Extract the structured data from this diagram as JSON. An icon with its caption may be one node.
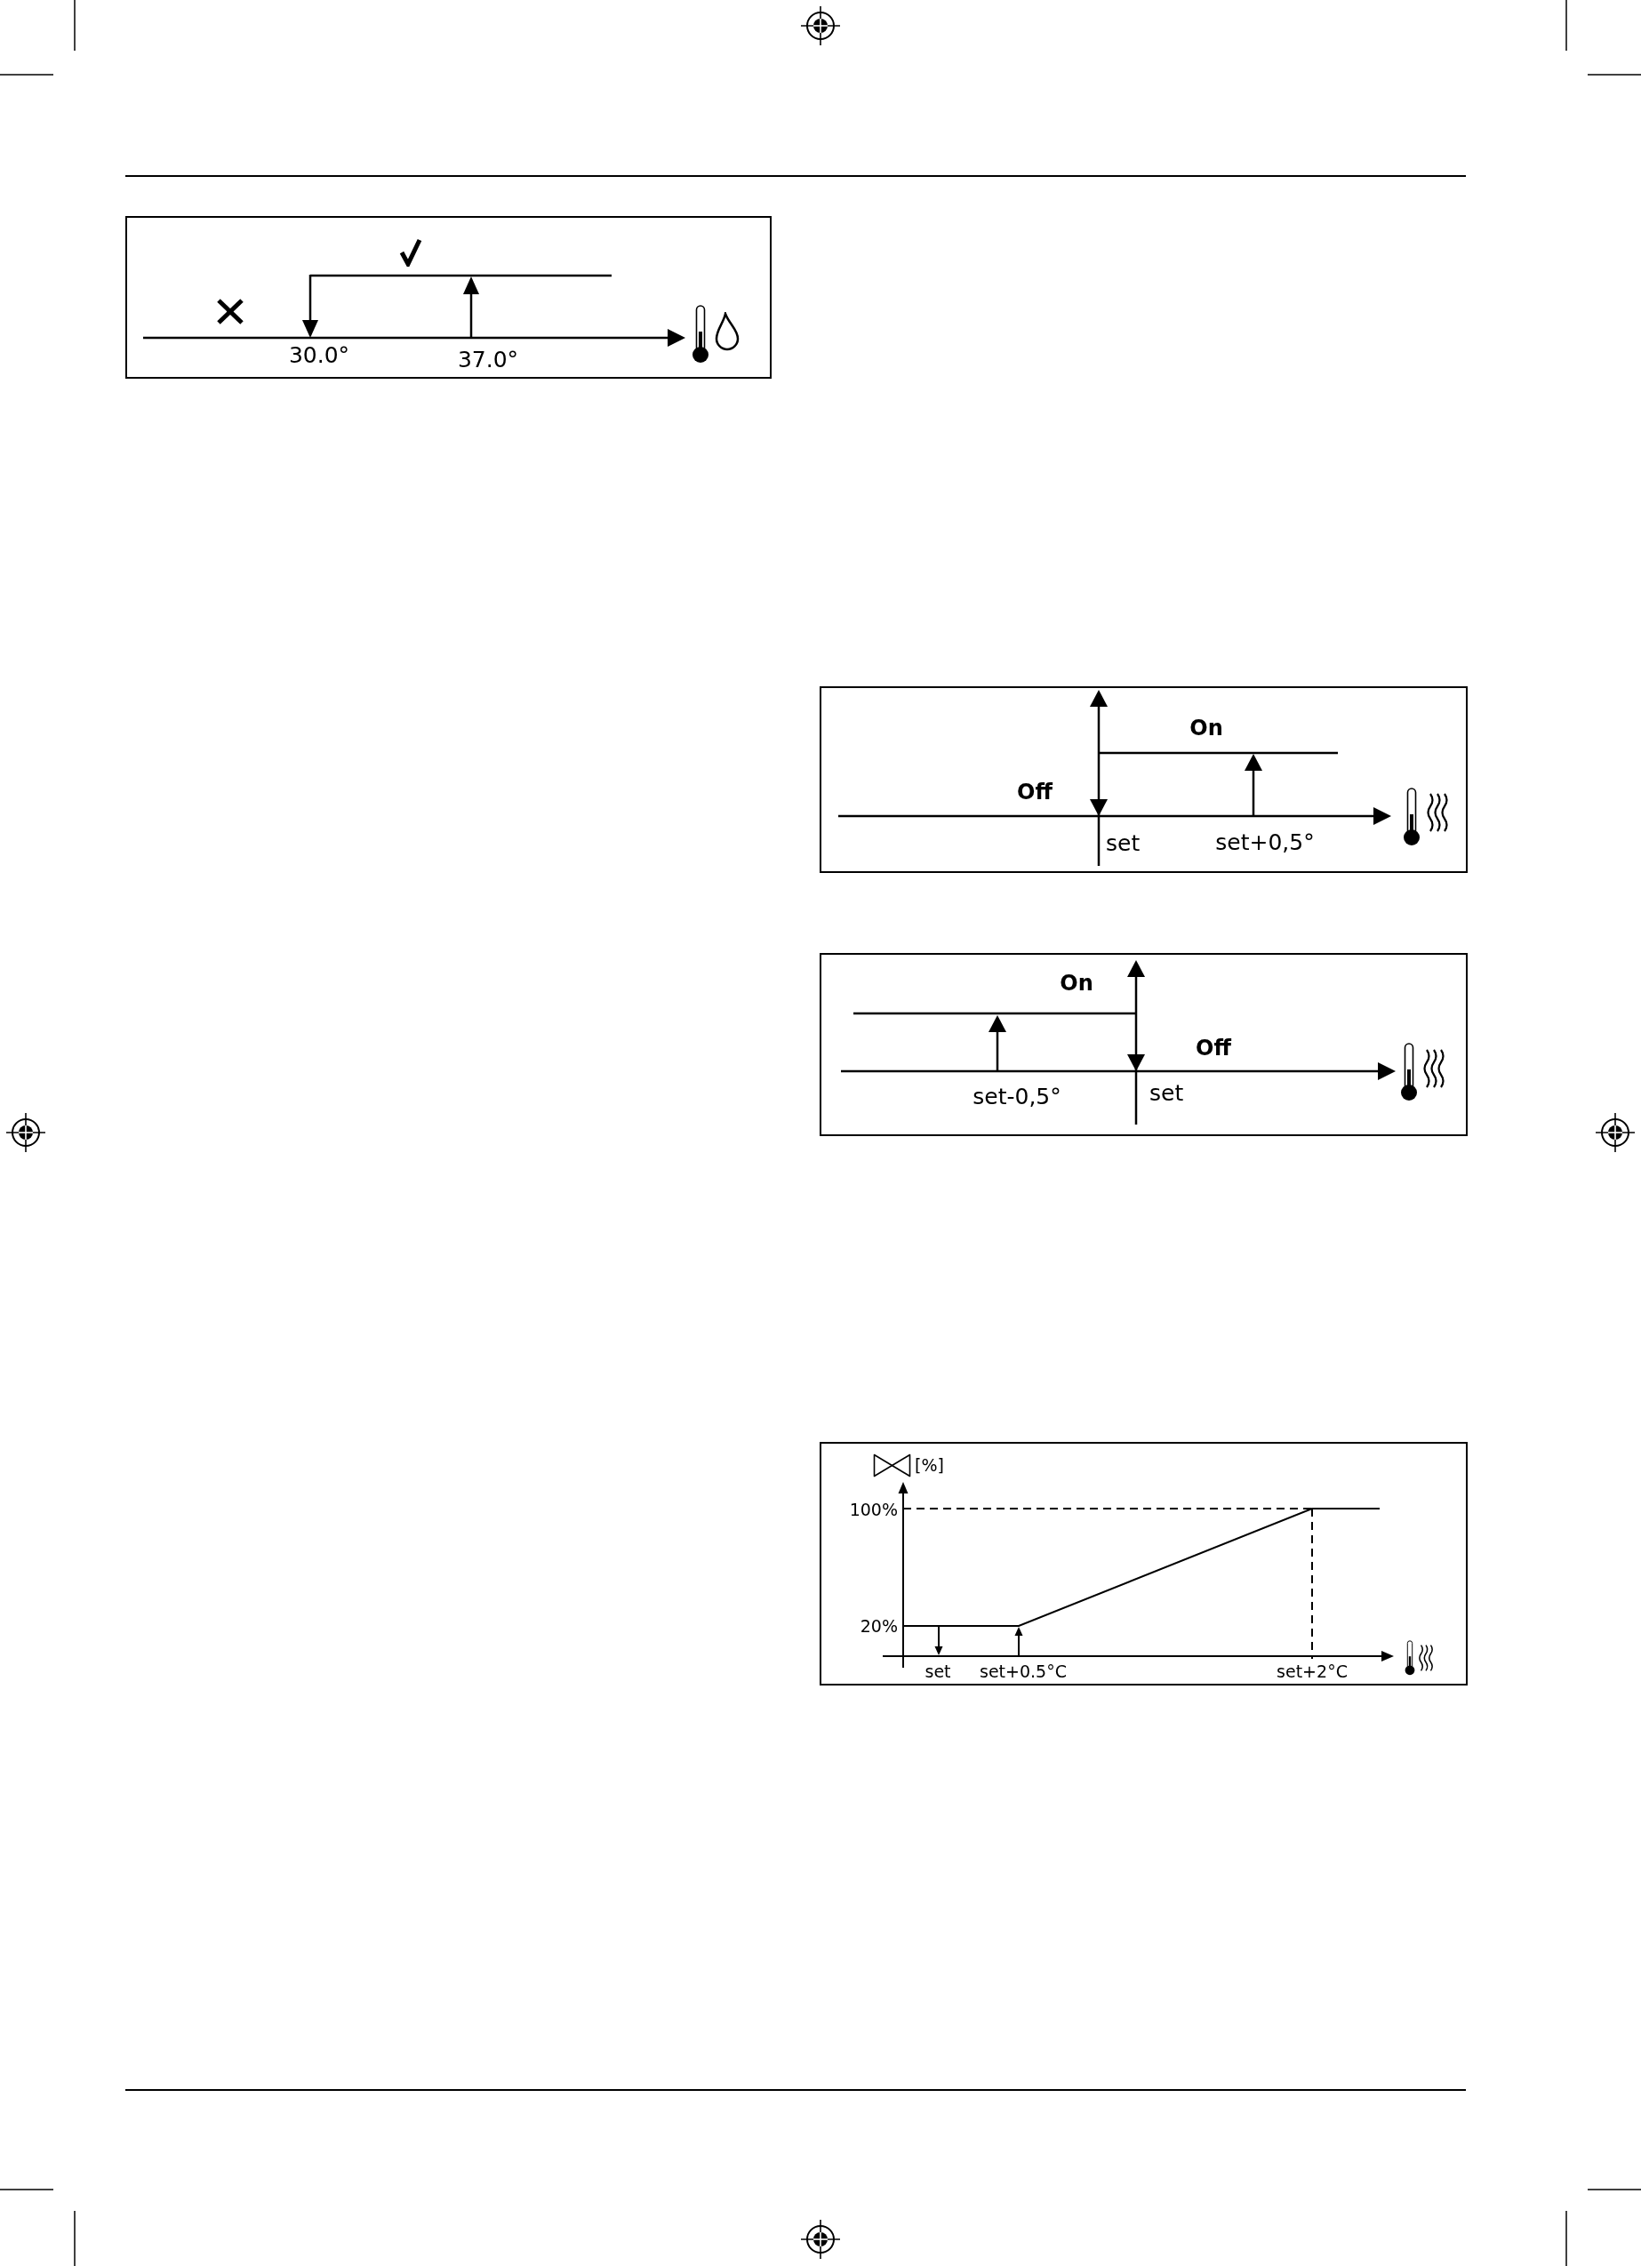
{
  "diagram": {
    "labels": [
      "30.0°",
      "37.0°",
      "On",
      "Off",
      "set",
      "set+0,5°",
      "On",
      "Off",
      "set-0,5°",
      "set",
      "[%]",
      "100%",
      "20%",
      "set",
      "set+0.5°C",
      "set+2°C"
    ]
  }
}
